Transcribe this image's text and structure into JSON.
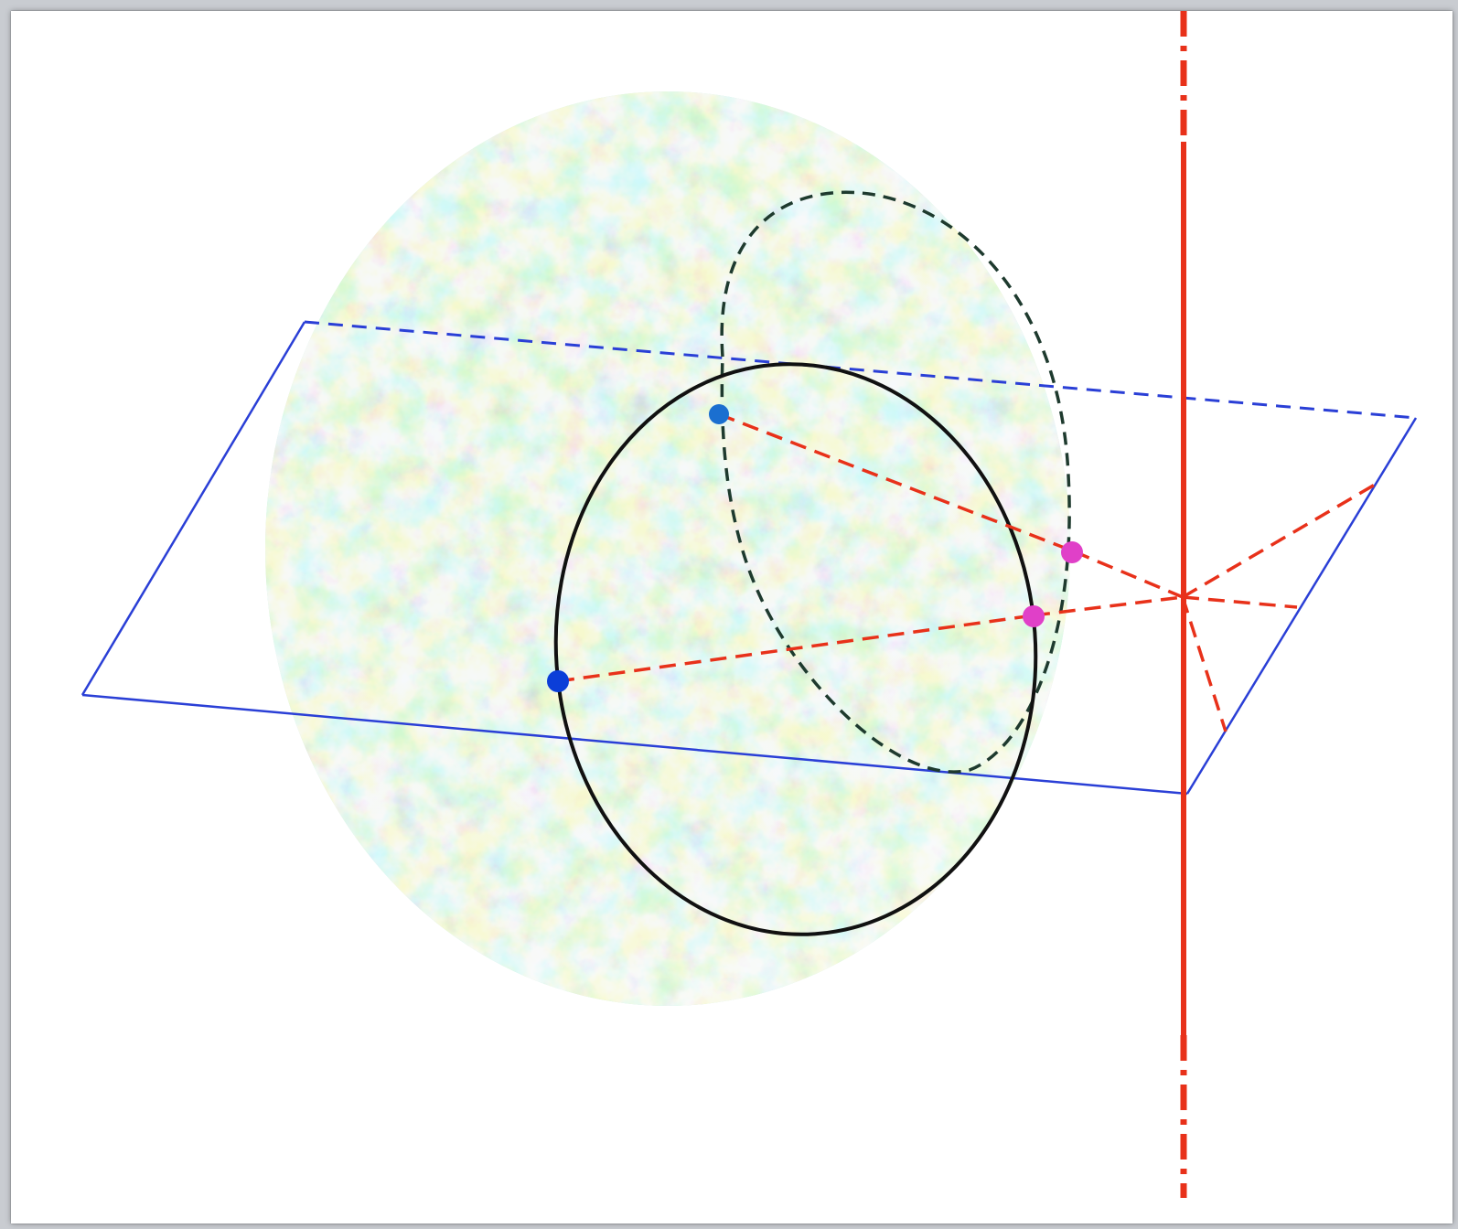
{
  "figure": {
    "description_free": true,
    "colors": {
      "background": "#ffffff",
      "frame_border": "#c9ccd1",
      "plane": "#2a3fd6",
      "axis": "#e8311a",
      "rays": "#e8311a",
      "circle_front": "#111111",
      "circle_back": "#1e3a2e",
      "point_blue": "#0b3ed8",
      "point_magenta": "#e040c8",
      "sphere_base": "#b8ecd9"
    },
    "icons": {
      "sphere": "cmb-sphere",
      "plane": "plane-outline",
      "axis": "rotation-axis",
      "circle": "matched-circle"
    }
  }
}
